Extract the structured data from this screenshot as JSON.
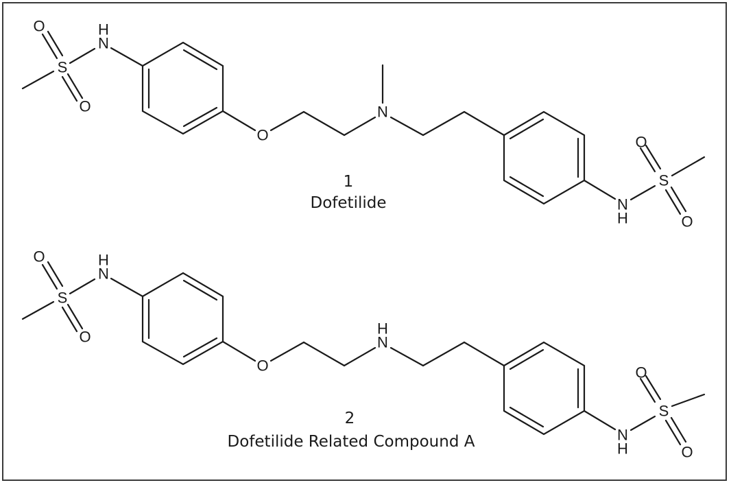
{
  "figure": {
    "compounds": [
      {
        "number": "1",
        "name": "Dofetilide",
        "central_amine": "N-CH3",
        "atom_labels": {
          "left_sulfonyl_o_top": "O",
          "left_sulfonyl_s": "S",
          "left_sulfonyl_o_bottom": "O",
          "left_amide_n": "N",
          "left_amide_h": "H",
          "ether_o": "O",
          "central_n": "N",
          "right_amide_n": "N",
          "right_amide_h": "H",
          "right_sulfonyl_s": "S",
          "right_sulfonyl_o_top": "O",
          "right_sulfonyl_o_bottom": "O"
        }
      },
      {
        "number": "2",
        "name": "Dofetilide Related Compound A",
        "central_amine": "N-H",
        "atom_labels": {
          "left_sulfonyl_o_top": "O",
          "left_sulfonyl_s": "S",
          "left_sulfonyl_o_bottom": "O",
          "left_amide_n": "N",
          "left_amide_h": "H",
          "ether_o": "O",
          "central_n": "N",
          "central_h": "H",
          "right_amide_n": "N",
          "right_amide_h": "H",
          "right_sulfonyl_s": "S",
          "right_sulfonyl_o_top": "O",
          "right_sulfonyl_o_bottom": "O"
        }
      }
    ]
  },
  "colors": {
    "ink": "#1a1a1a",
    "border": "#3a3a3a",
    "background": "#ffffff"
  }
}
